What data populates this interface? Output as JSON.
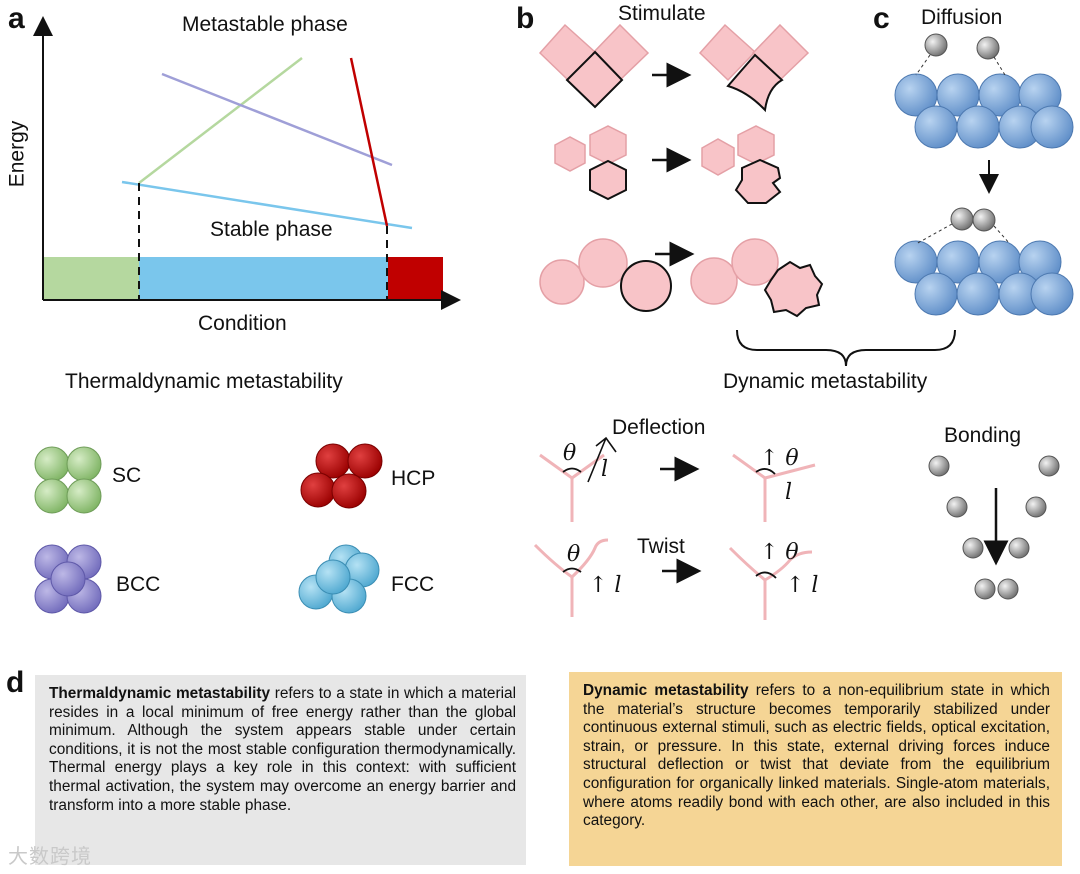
{
  "panels": {
    "a": {
      "letter": "a",
      "y_axis_label": "Energy",
      "x_axis_label": "Condition",
      "metastable_label": "Metastable phase",
      "stable_label": "Stable phase",
      "caption": "Thermaldynamic metastability",
      "colors": {
        "green": "#b5d89f",
        "blue": "#7ac6ec",
        "red": "#c00000",
        "purple": "#9f9fd7",
        "line_green": "#b5d89f",
        "line_blue": "#7ac6ec"
      }
    },
    "b": {
      "letter": "b",
      "stimulate_label": "Stimulate",
      "shape_fill": "#f8c4c8"
    },
    "c": {
      "letter": "c",
      "diffusion_label": "Diffusion",
      "atom_color": "#7aa6d9"
    },
    "dynamic_caption": "Dynamic metastability",
    "lattices": [
      {
        "label": "SC",
        "color": "#94c47c"
      },
      {
        "label": "HCP",
        "color": "#c00000"
      },
      {
        "label": "BCC",
        "color": "#8c86cc"
      },
      {
        "label": "FCC",
        "color": "#6fc0e0"
      }
    ],
    "deflection": {
      "label": "Deflection",
      "theta": "θ",
      "l": "l",
      "up_theta": "↑ θ",
      "l_right": "l"
    },
    "twist": {
      "label": "Twist",
      "theta": "θ",
      "up_l": "↑ l",
      "up_theta": "↑ θ",
      "up_l2": "↑ l"
    },
    "bonding": {
      "label": "Bonding"
    },
    "d": {
      "letter": "d",
      "left_title": "Thermaldynamic metastability",
      "left_body": " refers to a state in which a material resides in a local minimum of free energy rather than the global minimum. Although the system appears stable under certain conditions, it is not the most stable configuration thermodynamically. Thermal energy plays a key role in this context: with sufficient thermal activation, the system may overcome an energy barrier and transform into a more stable phase.",
      "right_title": "Dynamic metastability",
      "right_body": " refers to a non-equilibrium state in which the material’s structure becomes temporarily stabilized under continuous external stimuli, such as electric fields, optical excitation, strain, or pressure. In this state, external driving forces induce structural deflection or twist that deviate from the equilibrium configuration for organically linked materials. Single-atom materials, where atoms readily bond with each other, are also included in this category."
    }
  },
  "watermark": "大数跨境"
}
